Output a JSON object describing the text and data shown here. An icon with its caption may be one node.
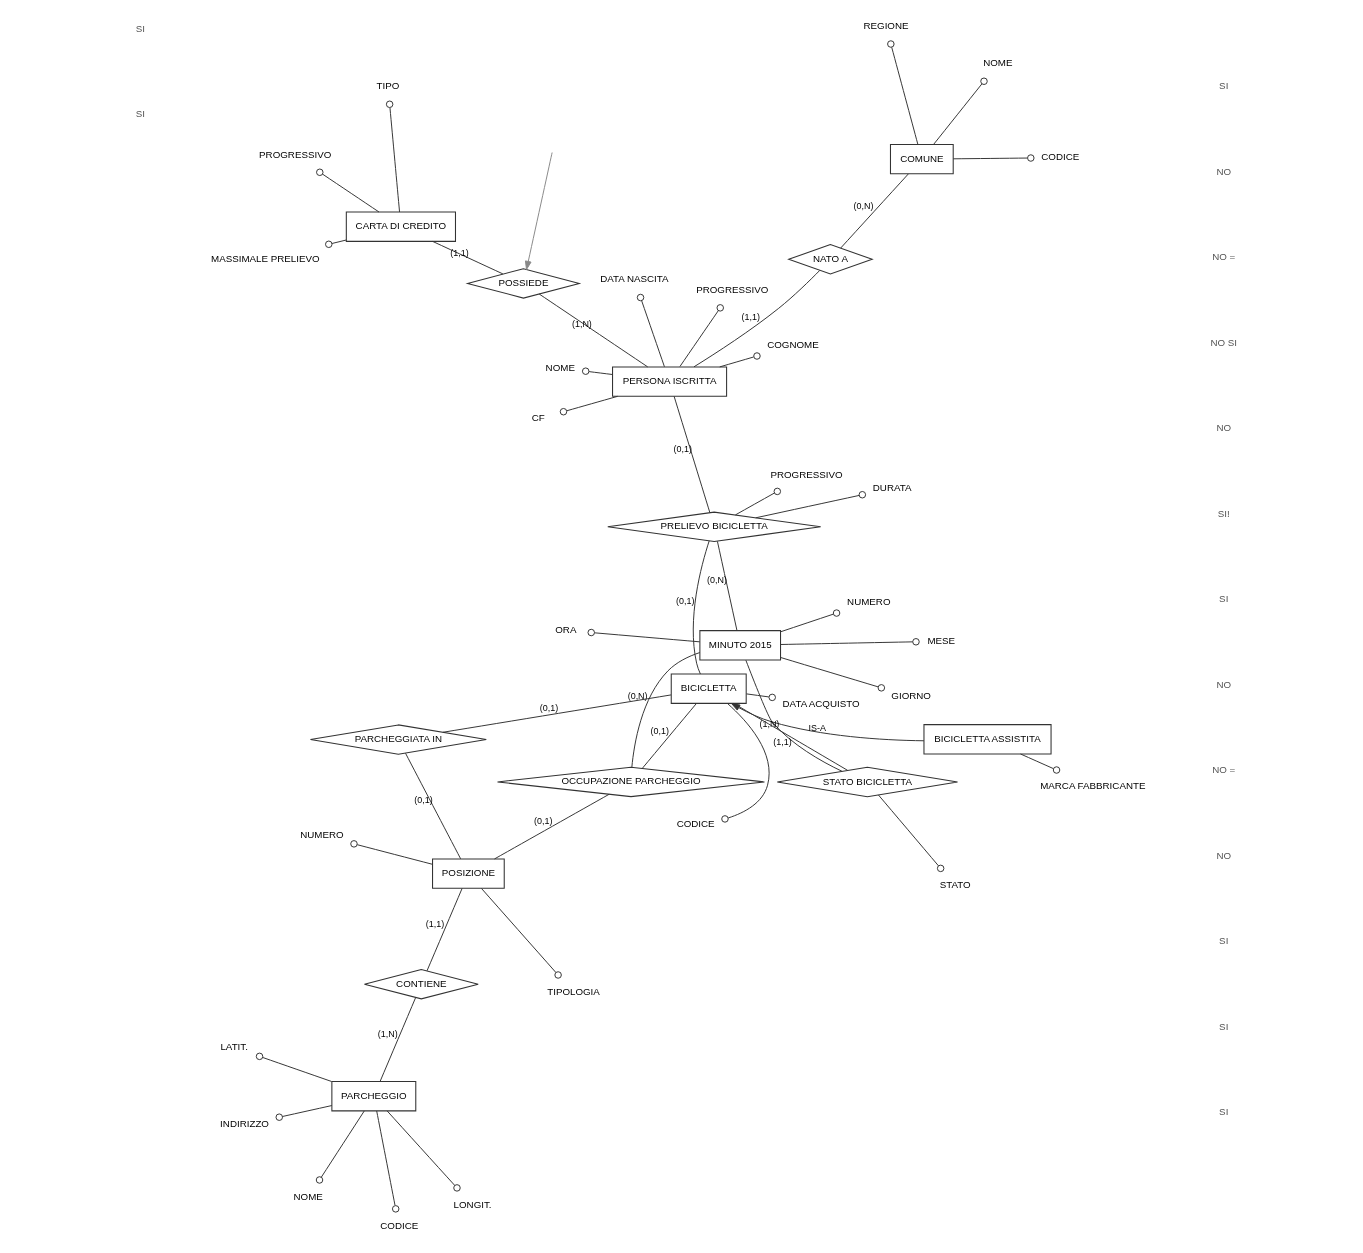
{
  "diagram": {
    "nodes": [
      {
        "text": [
          "PARCHEGGIO"
        ]
      },
      {
        "text": [
          "CONTIENE"
        ]
      },
      {
        "text": [
          "POSIZIONE"
        ]
      },
      {
        "text": [
          "OCCUPAZIONE PARCHEGGIO"
        ]
      },
      {
        "text": [
          "PARCHEGGIATA IN"
        ]
      },
      {
        "text": [
          "BICICLETTA ASSISTITA"
        ]
      },
      {
        "text": [
          "MINUTO 2015"
        ]
      },
      {
        "text": [
          "STATO BICICLETTA"
        ]
      },
      {
        "text": [
          "BICICLETTA"
        ]
      },
      {
        "text": [
          "PRELIEVO BICICLETTA"
        ]
      },
      {
        "text": [
          "PERSONA ISCRITTA"
        ]
      },
      {
        "text": [
          "POSSIEDE"
        ]
      },
      {
        "text": [
          "CARTA DI CREDITO"
        ]
      },
      {
        "text": [
          "NATO A"
        ]
      },
      {
        "text": [
          "COMUNE"
        ]
      },
      {
        "text": [
          "CODICE"
        ]
      },
      {
        "text": [
          "LONGIT."
        ]
      },
      {
        "text": [
          "LATIT."
        ]
      },
      {
        "text": [
          "NOME"
        ]
      },
      {
        "text": [
          "INDIRIZZO"
        ]
      },
      {
        "text": [
          "NUMERO"
        ]
      },
      {
        "text": [
          "TIPOLOGIA"
        ]
      },
      {
        "text": [
          "MARCA FABBRICANTE"
        ]
      },
      {
        "text": [
          "NUMERO"
        ]
      },
      {
        "text": [
          "ORA"
        ]
      },
      {
        "text": [
          "GIORNO"
        ]
      },
      {
        "text": [
          "MESE"
        ]
      },
      {
        "text": [
          "STATO"
        ]
      },
      {
        "text": [
          "CODICE"
        ]
      },
      {
        "text": [
          "DATA ACQUISTO"
        ]
      },
      {
        "text": [
          "PROGRESSIVO"
        ]
      },
      {
        "text": [
          "DURATA"
        ]
      },
      {
        "text": [
          "CF"
        ]
      },
      {
        "text": [
          "NOME"
        ]
      },
      {
        "text": [
          "COGNOME"
        ]
      },
      {
        "text": [
          "PROGRESSIVO"
        ]
      },
      {
        "text": [
          "DATA NASCITA"
        ]
      },
      {
        "text": [
          "TIPO"
        ]
      },
      {
        "text": [
          "PROGRESSIVO"
        ]
      },
      {
        "text": [
          "MASSIMALE PRELIEVO"
        ]
      },
      {
        "text": [
          "CODICE"
        ]
      },
      {
        "text": [
          "NOME"
        ]
      },
      {
        "text": [
          "REGIONE"
        ]
      }
    ],
    "edges": [
      {
        "from": 0,
        "to": 1,
        "arrow": "none",
        "label": "(1,N)"
      },
      {
        "from": 1,
        "to": 2,
        "arrow": "none",
        "label": "(1,1)"
      },
      {
        "from": 2,
        "to": 3,
        "arrow": "none",
        "label": "(0,1)"
      },
      {
        "from": 6,
        "to": 3,
        "arrow": "none",
        "label": "(0,N)"
      },
      {
        "from": 8,
        "to": 3,
        "arrow": "none",
        "label": "(0,1)"
      },
      {
        "from": 2,
        "to": 4,
        "arrow": "none",
        "label": "(0,1)"
      },
      {
        "from": 8,
        "to": 4,
        "arrow": "none",
        "label": "(0,1)"
      },
      {
        "from": 5,
        "to": 8,
        "arrow": "to",
        "label": "IS-A"
      },
      {
        "from": 6,
        "to": 7,
        "arrow": "none",
        "label": "(1,N)"
      },
      {
        "from": 8,
        "to": 7,
        "arrow": "none",
        "label": "(1,1)"
      },
      {
        "from": 8,
        "to": 9,
        "arrow": "none",
        "label": "(0,1)"
      },
      {
        "from": 6,
        "to": 9,
        "arrow": "none",
        "label": "(0,N)"
      },
      {
        "from": 10,
        "to": 9,
        "arrow": "none",
        "label": "(0,1)"
      },
      {
        "from": 10,
        "to": 11,
        "arrow": "none",
        "label": "(1,N)"
      },
      {
        "from": 12,
        "to": 11,
        "arrow": "none",
        "label": "(1,1)"
      },
      {
        "from": 10,
        "to": 13,
        "arrow": "none",
        "label": "(1,1)"
      },
      {
        "from": 14,
        "to": 13,
        "arrow": "none",
        "label": "(0,N)"
      },
      {
        "from": 0,
        "to": 15,
        "arrow": "other"
      },
      {
        "from": 0,
        "to": 16,
        "arrow": "other"
      },
      {
        "from": 0,
        "to": 17,
        "arrow": "other"
      },
      {
        "from": 0,
        "to": 18,
        "arrow": "other"
      },
      {
        "from": 0,
        "to": 19,
        "arrow": "other"
      },
      {
        "from": 2,
        "to": 20,
        "arrow": "other"
      },
      {
        "from": 2,
        "to": 21,
        "arrow": "other"
      },
      {
        "from": 5,
        "to": 22,
        "arrow": "other"
      },
      {
        "from": 6,
        "to": 23,
        "arrow": "other"
      },
      {
        "from": 6,
        "to": 24,
        "arrow": "other"
      },
      {
        "from": 6,
        "to": 25,
        "arrow": "other"
      },
      {
        "from": 6,
        "to": 26,
        "arrow": "other"
      },
      {
        "from": 7,
        "to": 27,
        "arrow": "other"
      },
      {
        "from": 8,
        "to": 28,
        "arrow": "other"
      },
      {
        "from": 8,
        "to": 29,
        "arrow": "other"
      },
      {
        "from": 9,
        "to": 30,
        "arrow": "other"
      },
      {
        "from": 9,
        "to": 31,
        "arrow": "other"
      },
      {
        "from": 10,
        "to": 32,
        "arrow": "other"
      },
      {
        "from": 10,
        "to": 33,
        "arrow": "other"
      },
      {
        "from": 10,
        "to": 34,
        "arrow": "other"
      },
      {
        "from": 10,
        "to": 35,
        "arrow": "other"
      },
      {
        "from": 10,
        "to": 36,
        "arrow": "other"
      },
      {
        "from": 12,
        "to": 37,
        "arrow": "other"
      },
      {
        "from": 12,
        "to": 38,
        "arrow": "other"
      },
      {
        "from": 12,
        "to": 39,
        "arrow": "other"
      },
      {
        "from": 14,
        "to": 40,
        "arrow": "other"
      },
      {
        "from": 14,
        "to": 41,
        "arrow": "other"
      },
      {
        "from": 14,
        "to": 42,
        "arrow": "other"
      },
      {
        "from": null,
        "to": 11,
        "arrow": "to",
        "color": "#888888"
      }
    ],
    "labels": [
      "SI",
      "SI",
      "SI",
      "NO",
      "NO =",
      "NO",
      "SI",
      "SI!",
      "NO",
      "NO SI",
      "NO =",
      "NO",
      "SI",
      "SI",
      "SI"
    ]
  }
}
